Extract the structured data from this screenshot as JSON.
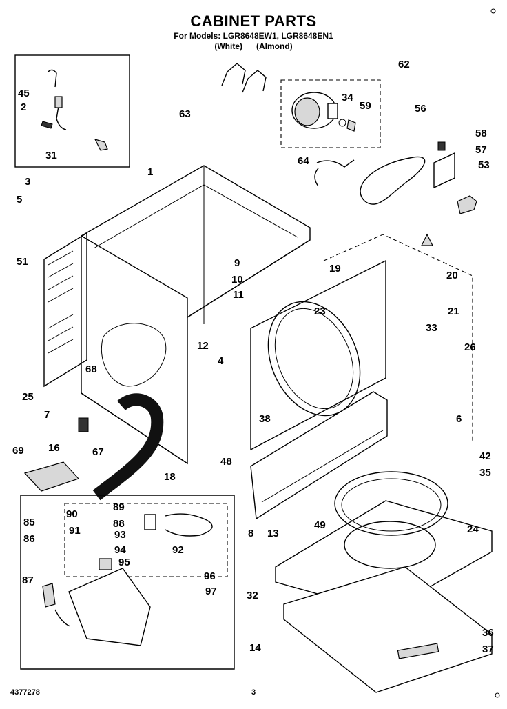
{
  "header": {
    "title": "CABINET PARTS",
    "models": "For Models: LGR8648EW1, LGR8648EN1",
    "color_1": "(White)",
    "color_2": "(Almond)"
  },
  "footer": {
    "part_number": "4377278",
    "page_number": "3"
  },
  "callouts": [
    "1",
    "2",
    "3",
    "4",
    "5",
    "6",
    "7",
    "8",
    "9",
    "10",
    "11",
    "12",
    "13",
    "14",
    "16",
    "18",
    "19",
    "20",
    "21",
    "23",
    "24",
    "25",
    "26",
    "31",
    "32",
    "33",
    "34",
    "35",
    "36",
    "37",
    "38",
    "42",
    "45",
    "48",
    "49",
    "51",
    "53",
    "56",
    "57",
    "58",
    "59",
    "62",
    "63",
    "64",
    "67",
    "68",
    "69",
    "85",
    "86",
    "87",
    "88",
    "89",
    "90",
    "91",
    "92",
    "93",
    "94",
    "95",
    "96",
    "97"
  ]
}
